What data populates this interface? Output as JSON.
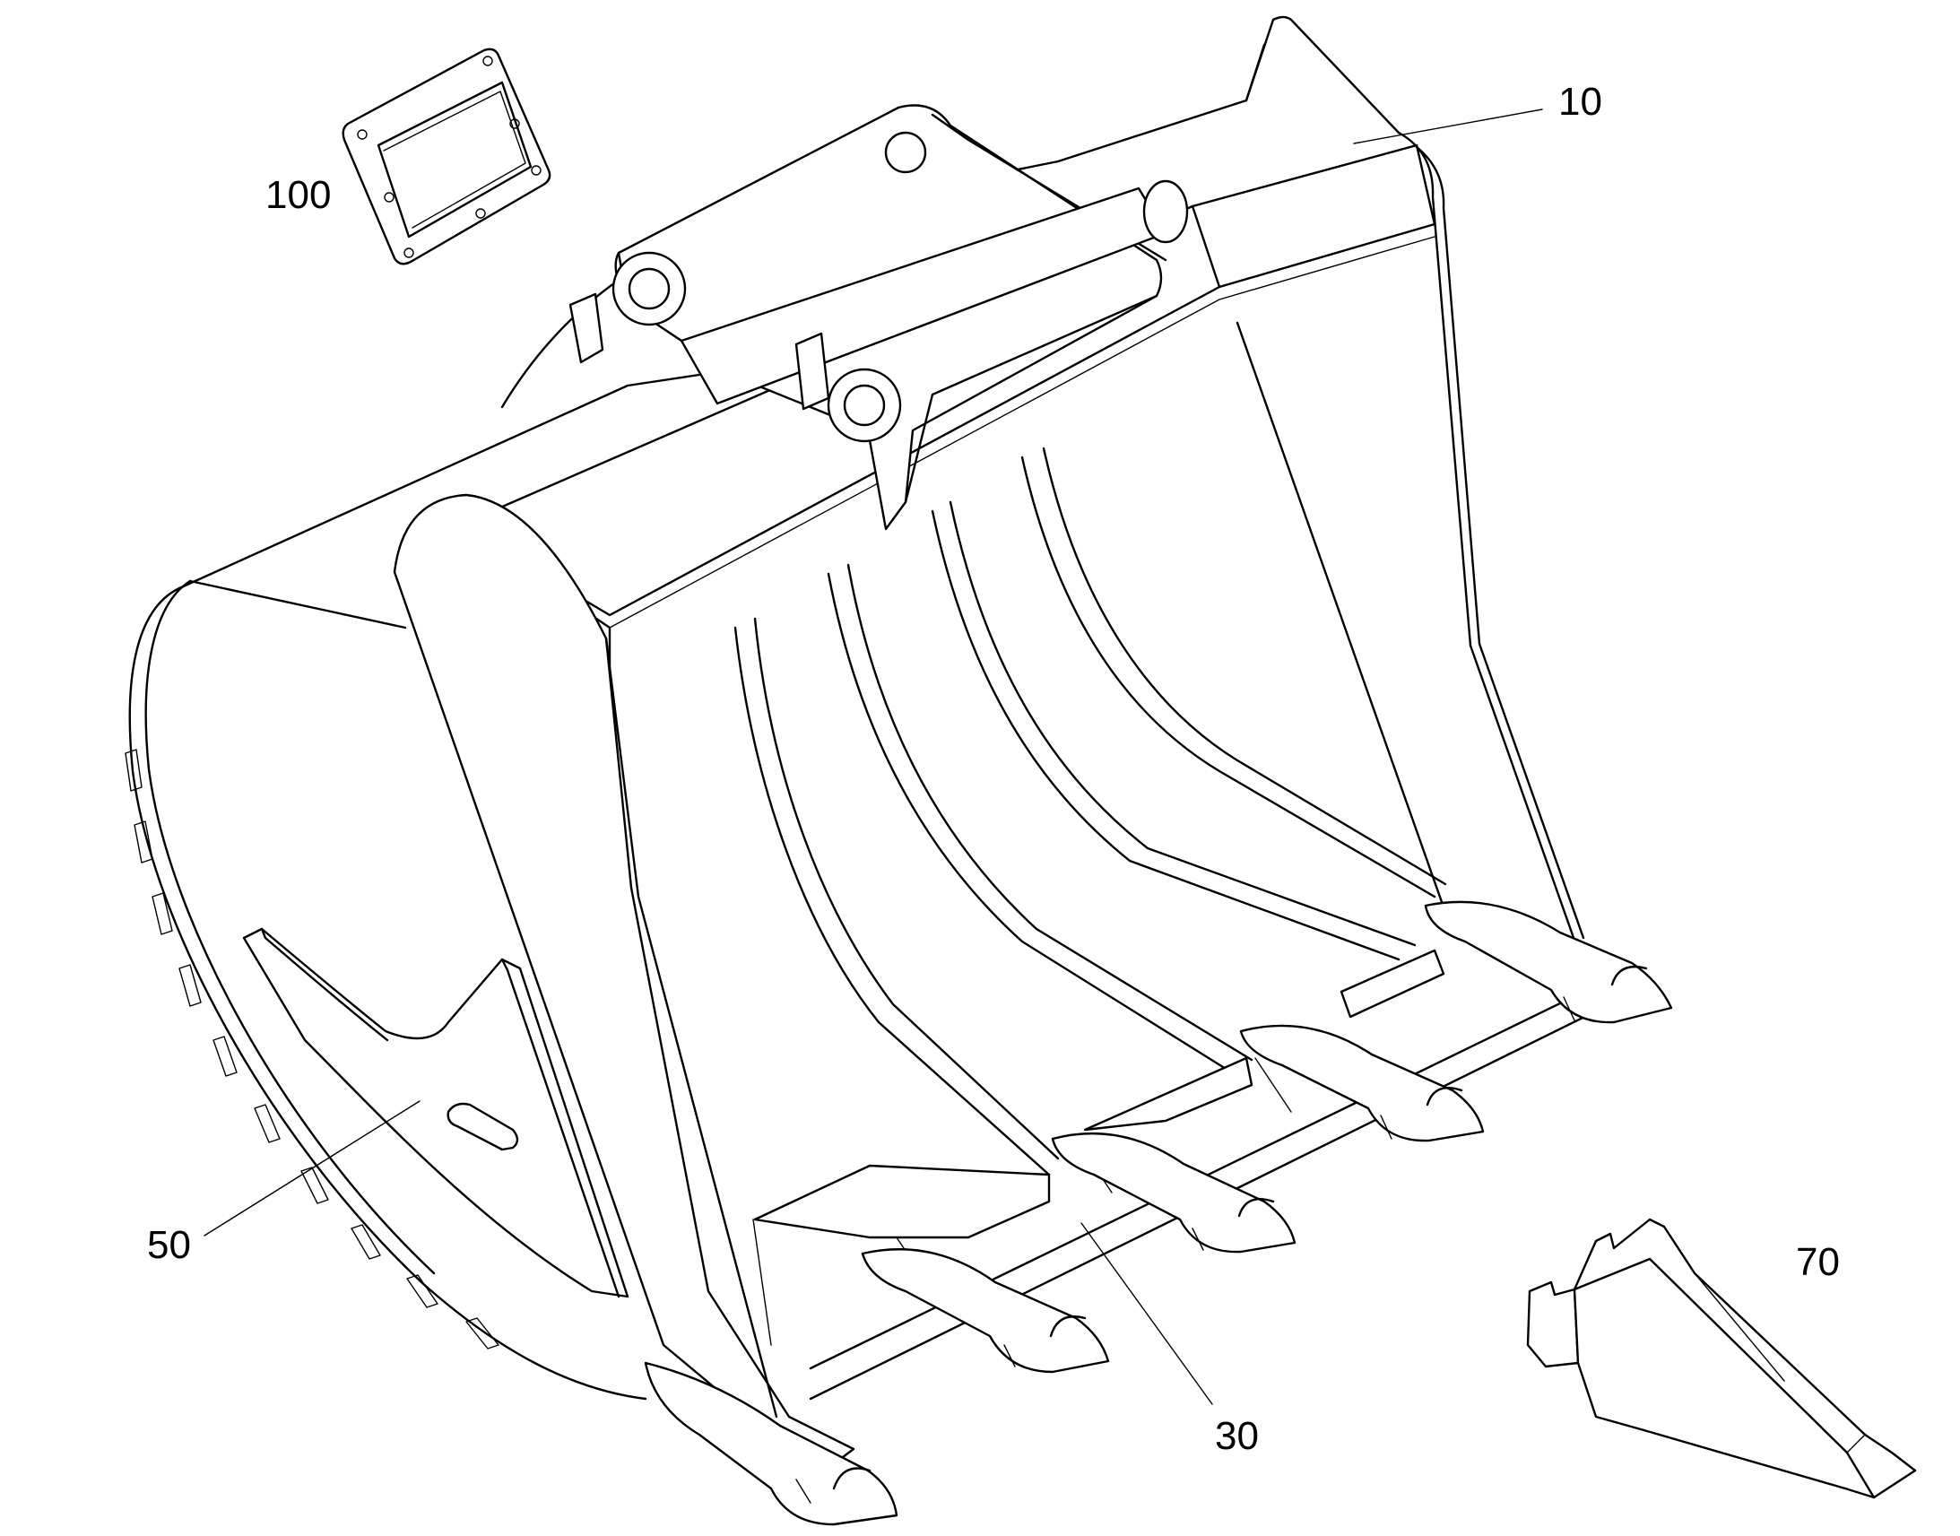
{
  "colors": {
    "line": "#000000",
    "background": "#ffffff"
  },
  "callouts": {
    "bucket_body": "10",
    "cover_plate": "100",
    "side_plate": "50",
    "cutting_edge": "30",
    "tooth_tip": "70"
  }
}
